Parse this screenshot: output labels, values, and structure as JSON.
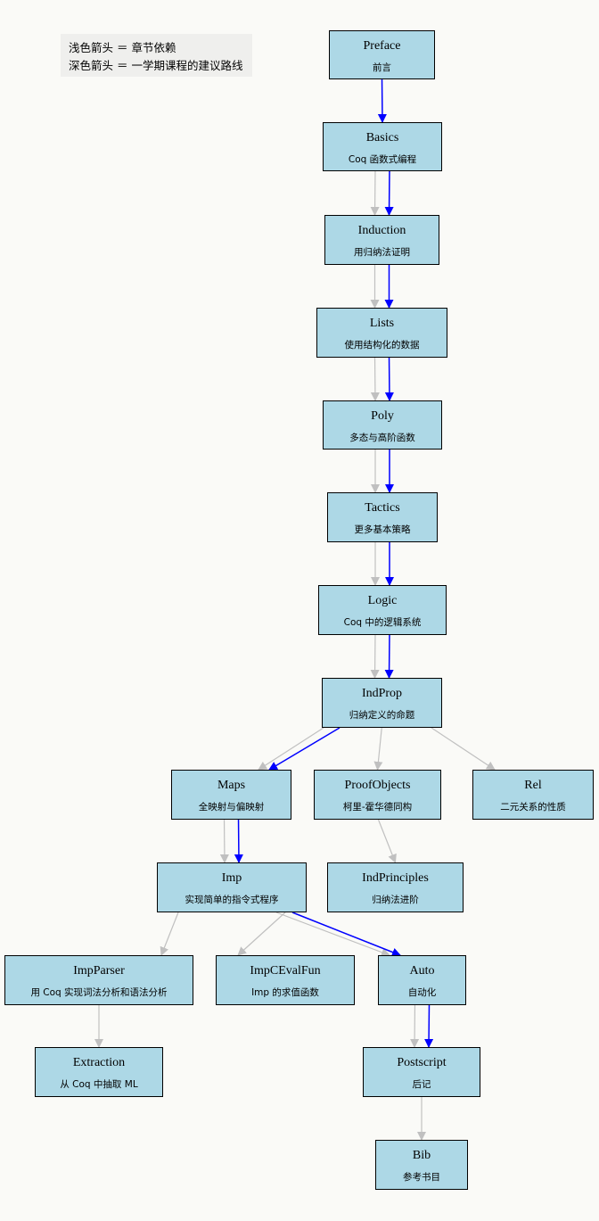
{
  "legend": {
    "light_arrow": "浅色箭头 ＝ 章节依赖",
    "dark_arrow": "深色箭头 ＝ 一学期课程的建议路线"
  },
  "colors": {
    "node_fill": "#add8e6",
    "light_arrow": "#c0c0c0",
    "dark_arrow": "#0000ff",
    "background": "#fafaf7"
  },
  "nodes": {
    "preface": {
      "title": "Preface",
      "subtitle": "前言"
    },
    "basics": {
      "title": "Basics",
      "subtitle": "Coq 函数式编程"
    },
    "induction": {
      "title": "Induction",
      "subtitle": "用归纳法证明"
    },
    "lists": {
      "title": "Lists",
      "subtitle": "使用结构化的数据"
    },
    "poly": {
      "title": "Poly",
      "subtitle": "多态与高阶函数"
    },
    "tactics": {
      "title": "Tactics",
      "subtitle": "更多基本策略"
    },
    "logic": {
      "title": "Logic",
      "subtitle": "Coq 中的逻辑系统"
    },
    "indprop": {
      "title": "IndProp",
      "subtitle": "归纳定义的命题"
    },
    "maps": {
      "title": "Maps",
      "subtitle": "全映射与偏映射"
    },
    "proofobjects": {
      "title": "ProofObjects",
      "subtitle": "柯里-霍华德同构"
    },
    "rel": {
      "title": "Rel",
      "subtitle": "二元关系的性质"
    },
    "imp": {
      "title": "Imp",
      "subtitle": "实现简单的指令式程序"
    },
    "indprinciples": {
      "title": "IndPrinciples",
      "subtitle": "归纳法进阶"
    },
    "impparser": {
      "title": "ImpParser",
      "subtitle": "用 Coq 实现词法分析和语法分析"
    },
    "impcevalfun": {
      "title": "ImpCEvalFun",
      "subtitle": "Imp 的求值函数"
    },
    "auto": {
      "title": "Auto",
      "subtitle": "自动化"
    },
    "extraction": {
      "title": "Extraction",
      "subtitle": "从 Coq 中抽取 ML"
    },
    "postscript": {
      "title": "Postscript",
      "subtitle": "后记"
    },
    "bib": {
      "title": "Bib",
      "subtitle": "参考书目"
    }
  },
  "edges": [
    {
      "from": "preface",
      "to": "basics",
      "kind": "dark"
    },
    {
      "from": "basics",
      "to": "induction",
      "kind": "light"
    },
    {
      "from": "basics",
      "to": "induction",
      "kind": "dark"
    },
    {
      "from": "induction",
      "to": "lists",
      "kind": "light"
    },
    {
      "from": "induction",
      "to": "lists",
      "kind": "dark"
    },
    {
      "from": "lists",
      "to": "poly",
      "kind": "light"
    },
    {
      "from": "lists",
      "to": "poly",
      "kind": "dark"
    },
    {
      "from": "poly",
      "to": "tactics",
      "kind": "light"
    },
    {
      "from": "poly",
      "to": "tactics",
      "kind": "dark"
    },
    {
      "from": "tactics",
      "to": "logic",
      "kind": "light"
    },
    {
      "from": "tactics",
      "to": "logic",
      "kind": "dark"
    },
    {
      "from": "logic",
      "to": "indprop",
      "kind": "light"
    },
    {
      "from": "logic",
      "to": "indprop",
      "kind": "dark"
    },
    {
      "from": "indprop",
      "to": "maps",
      "kind": "light"
    },
    {
      "from": "indprop",
      "to": "maps",
      "kind": "dark"
    },
    {
      "from": "indprop",
      "to": "proofobjects",
      "kind": "light"
    },
    {
      "from": "indprop",
      "to": "rel",
      "kind": "light"
    },
    {
      "from": "maps",
      "to": "imp",
      "kind": "light"
    },
    {
      "from": "maps",
      "to": "imp",
      "kind": "dark"
    },
    {
      "from": "proofobjects",
      "to": "indprinciples",
      "kind": "light"
    },
    {
      "from": "imp",
      "to": "impparser",
      "kind": "light"
    },
    {
      "from": "imp",
      "to": "impcevalfun",
      "kind": "light"
    },
    {
      "from": "imp",
      "to": "auto",
      "kind": "light"
    },
    {
      "from": "imp",
      "to": "auto",
      "kind": "dark"
    },
    {
      "from": "impparser",
      "to": "extraction",
      "kind": "light"
    },
    {
      "from": "auto",
      "to": "postscript",
      "kind": "light"
    },
    {
      "from": "auto",
      "to": "postscript",
      "kind": "dark"
    },
    {
      "from": "postscript",
      "to": "bib",
      "kind": "light"
    }
  ]
}
